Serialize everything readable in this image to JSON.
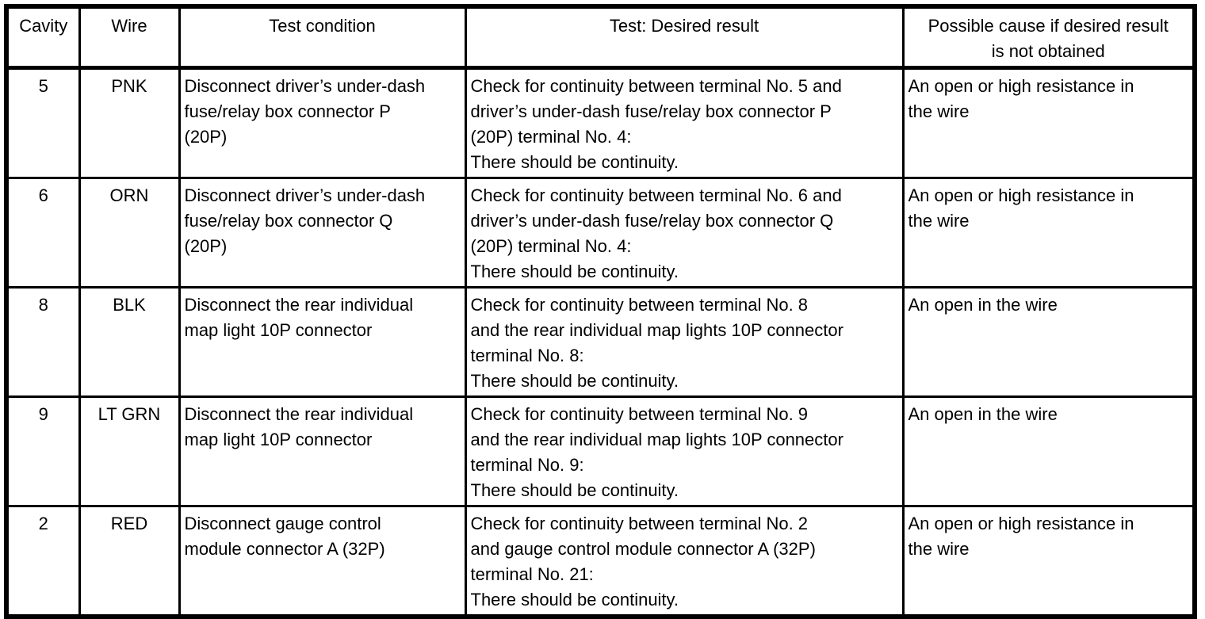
{
  "table": {
    "headers": [
      "Cavity",
      "Wire",
      "Test condition",
      "Test: Desired result",
      "Possible cause if desired result\nis not obtained"
    ],
    "rows": [
      {
        "cavity": "5",
        "wire": "PNK",
        "test_condition": "Disconnect driver’s under-dash\nfuse/relay box connector P\n(20P)",
        "desired_result": "Check for continuity between terminal No. 5 and\ndriver’s under-dash fuse/relay box connector P\n(20P) terminal No. 4:\nThere should be continuity.",
        "possible_cause": "An open or high resistance in\nthe wire"
      },
      {
        "cavity": "6",
        "wire": "ORN",
        "test_condition": "Disconnect driver’s under-dash\nfuse/relay box connector Q\n(20P)",
        "desired_result": "Check for continuity between terminal No. 6 and\ndriver’s under-dash fuse/relay box connector Q\n(20P) terminal No. 4:\nThere should be continuity.",
        "possible_cause": "An open or high resistance in\nthe wire"
      },
      {
        "cavity": "8",
        "wire": "BLK",
        "test_condition": "Disconnect the rear individual\nmap light 10P connector",
        "desired_result": "Check for continuity between terminal No. 8\nand the rear individual map lights 10P connector\nterminal No. 8:\nThere should be continuity.",
        "possible_cause": "An open in the wire"
      },
      {
        "cavity": "9",
        "wire": "LT GRN",
        "test_condition": "Disconnect the rear individual\nmap light 10P connector",
        "desired_result": "Check for continuity between terminal No. 9\nand the rear individual map lights 10P connector\nterminal No. 9:\nThere should be continuity.",
        "possible_cause": "An open in the wire"
      },
      {
        "cavity": "2",
        "wire": "RED",
        "test_condition": "Disconnect gauge control\nmodule connector A (32P)",
        "desired_result": "Check for continuity between terminal No. 2\nand gauge control module connector A (32P)\nterminal No. 21:\nThere should be continuity.",
        "possible_cause": "An open or high resistance in\nthe wire"
      }
    ]
  }
}
